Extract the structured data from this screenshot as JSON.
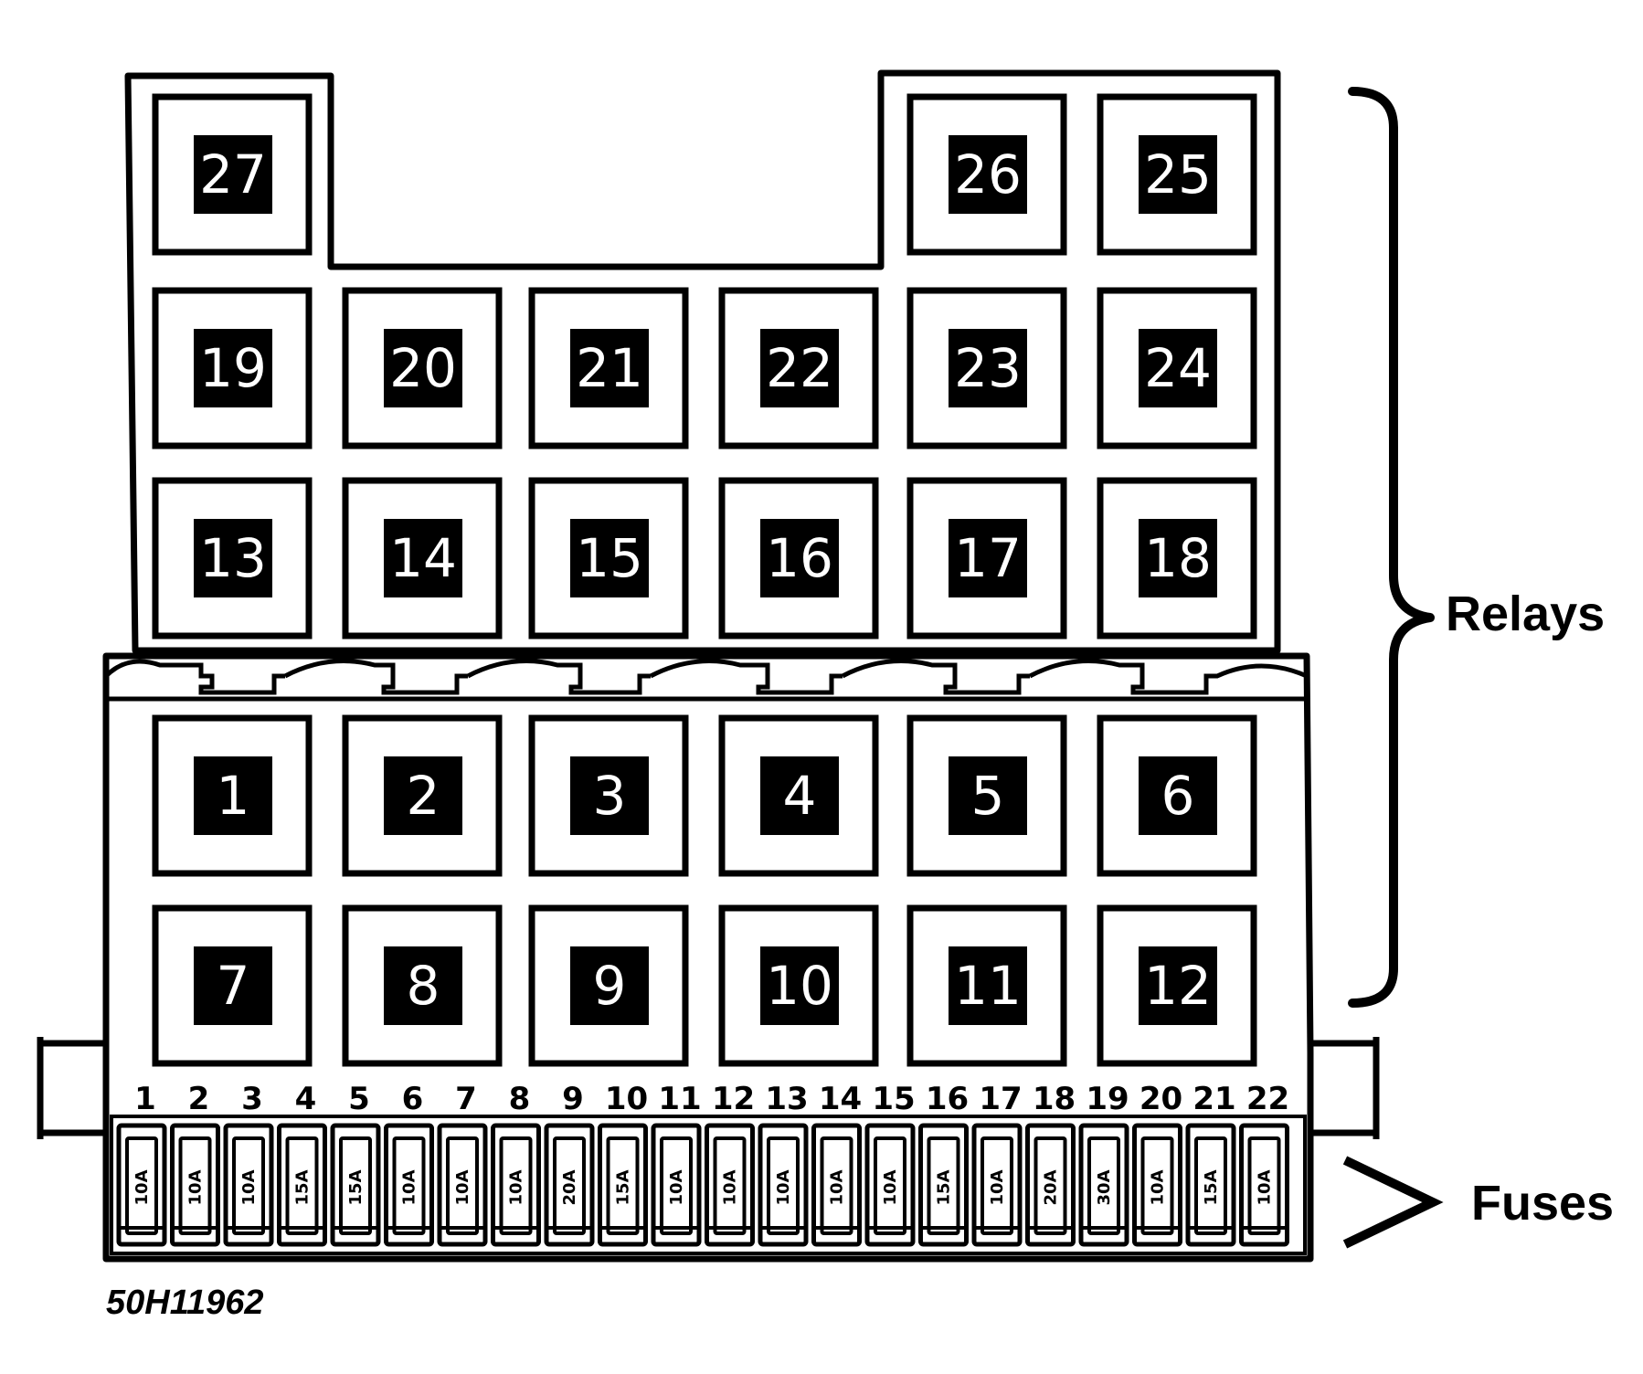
{
  "relays_label": "Relays",
  "fuses_label": "Fuses",
  "figure_code": "50H11962",
  "relays": [
    {
      "number": "27"
    },
    {
      "number": "26"
    },
    {
      "number": "25"
    },
    {
      "number": "19"
    },
    {
      "number": "20"
    },
    {
      "number": "21"
    },
    {
      "number": "22"
    },
    {
      "number": "23"
    },
    {
      "number": "24"
    },
    {
      "number": "13"
    },
    {
      "number": "14"
    },
    {
      "number": "15"
    },
    {
      "number": "16"
    },
    {
      "number": "17"
    },
    {
      "number": "18"
    },
    {
      "number": "1"
    },
    {
      "number": "2"
    },
    {
      "number": "3"
    },
    {
      "number": "4"
    },
    {
      "number": "5"
    },
    {
      "number": "6"
    },
    {
      "number": "7"
    },
    {
      "number": "8"
    },
    {
      "number": "9"
    },
    {
      "number": "10"
    },
    {
      "number": "11"
    },
    {
      "number": "12"
    }
  ],
  "fuses": [
    {
      "number": "1",
      "rating": "10A"
    },
    {
      "number": "2",
      "rating": "10A"
    },
    {
      "number": "3",
      "rating": "10A"
    },
    {
      "number": "4",
      "rating": "15A"
    },
    {
      "number": "5",
      "rating": "15A"
    },
    {
      "number": "6",
      "rating": "10A"
    },
    {
      "number": "7",
      "rating": "10A"
    },
    {
      "number": "8",
      "rating": "10A"
    },
    {
      "number": "9",
      "rating": "20A"
    },
    {
      "number": "10",
      "rating": "15A"
    },
    {
      "number": "11",
      "rating": "10A"
    },
    {
      "number": "12",
      "rating": "10A"
    },
    {
      "number": "13",
      "rating": "10A"
    },
    {
      "number": "14",
      "rating": "10A"
    },
    {
      "number": "15",
      "rating": "10A"
    },
    {
      "number": "16",
      "rating": "15A"
    },
    {
      "number": "17",
      "rating": "10A"
    },
    {
      "number": "18",
      "rating": "20A"
    },
    {
      "number": "19",
      "rating": "30A"
    },
    {
      "number": "20",
      "rating": "10A"
    },
    {
      "number": "21",
      "rating": "15A"
    },
    {
      "number": "22",
      "rating": "10A"
    }
  ]
}
